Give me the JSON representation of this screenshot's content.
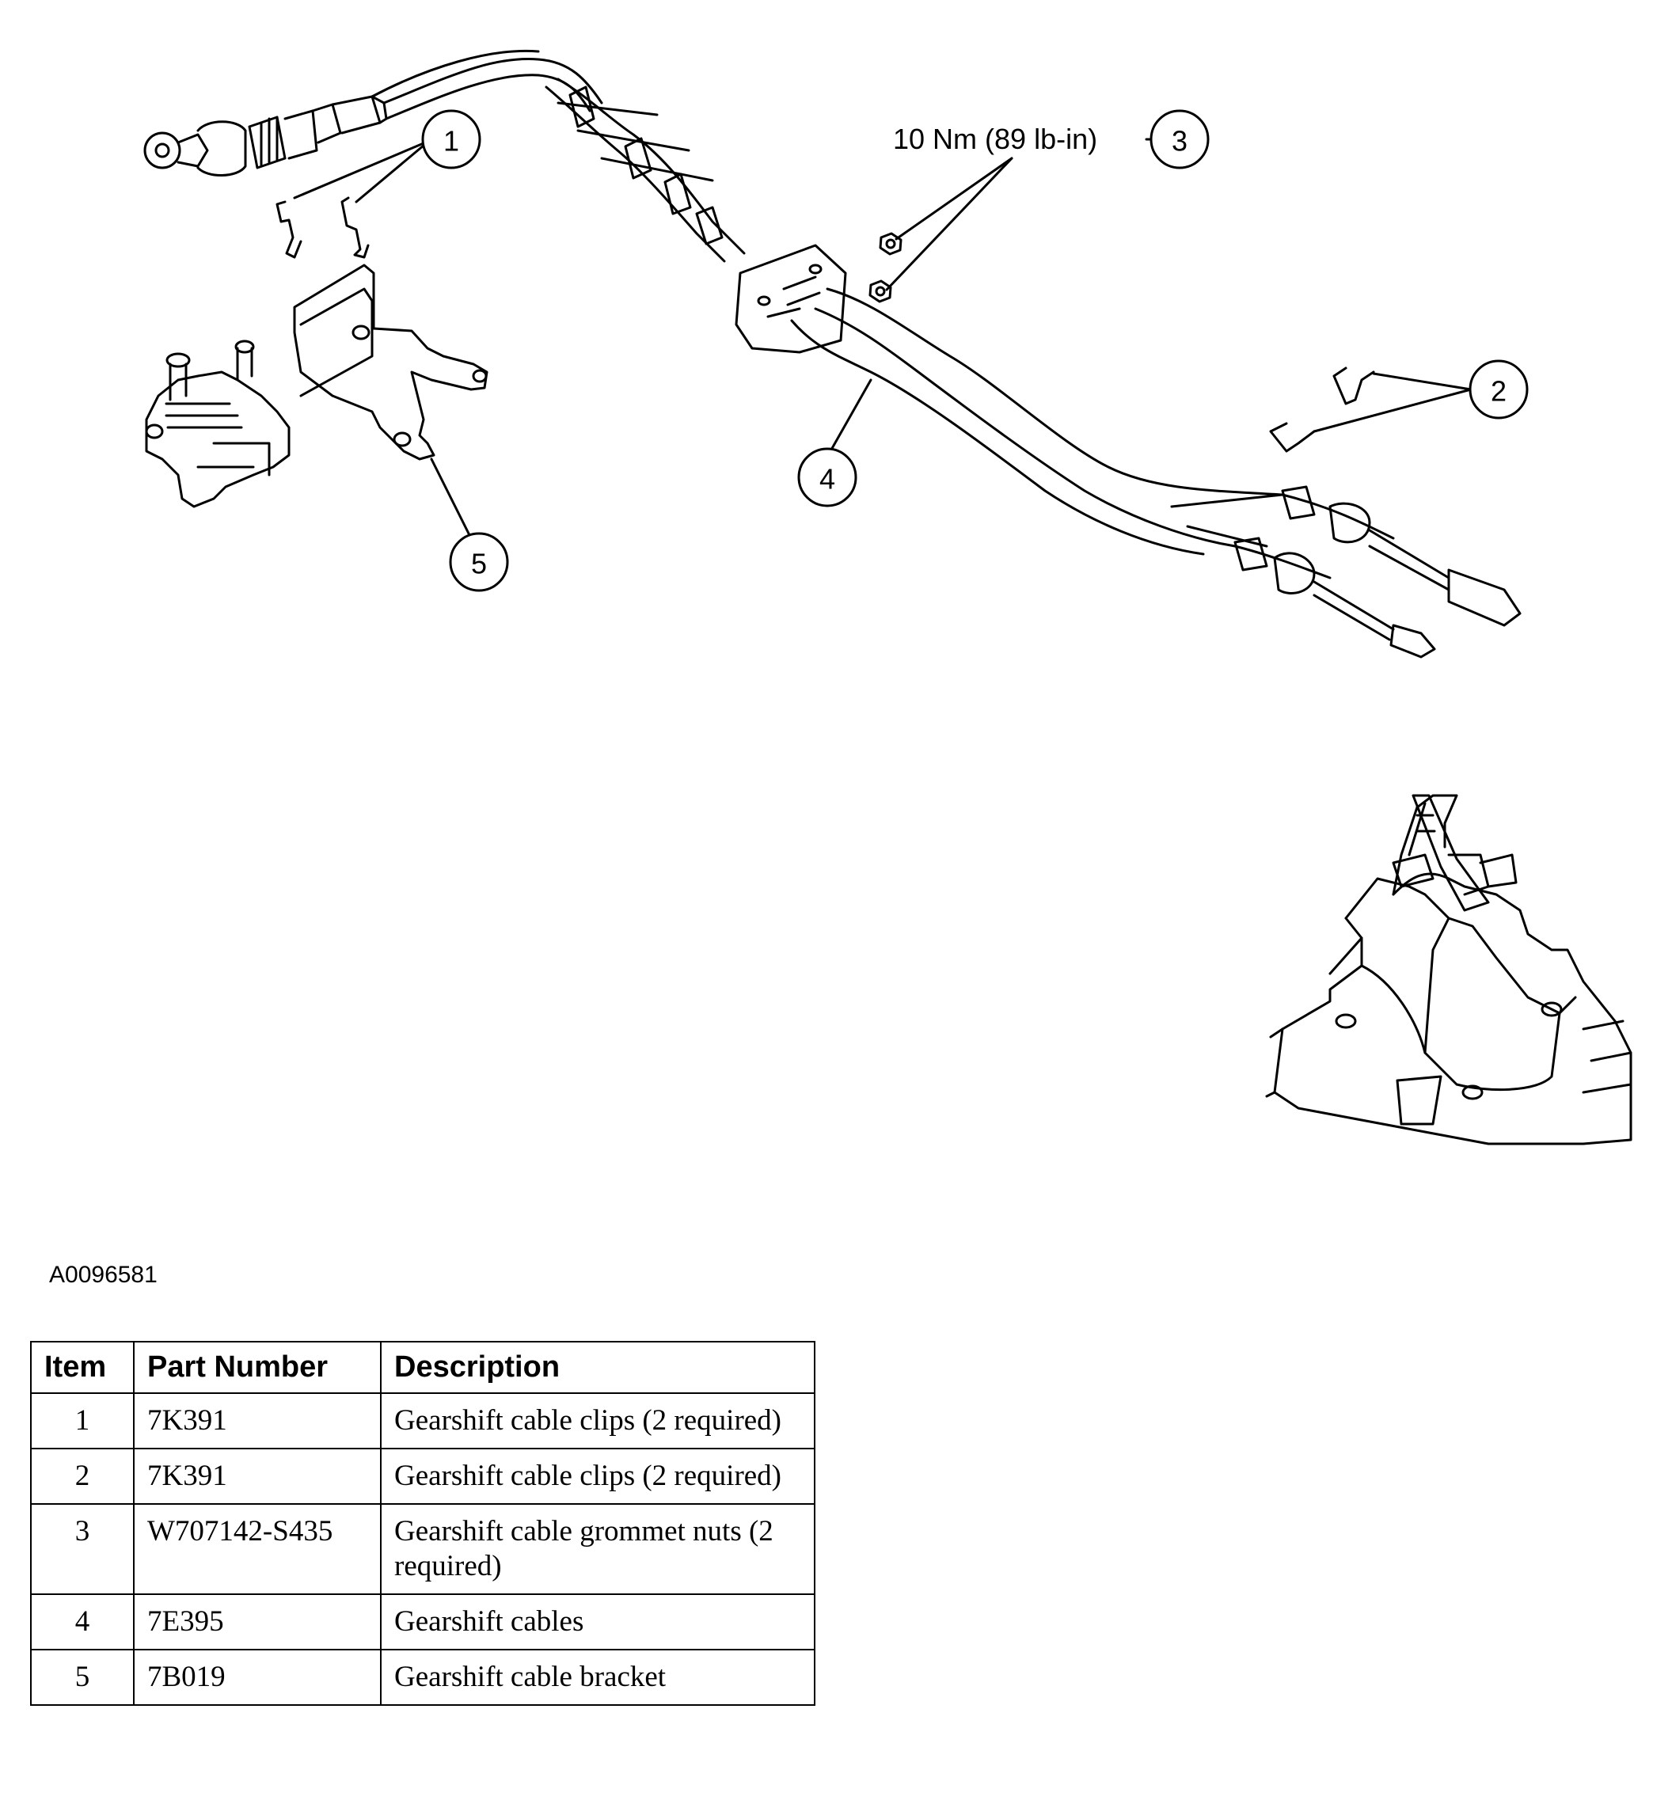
{
  "callouts": {
    "c1": "1",
    "c2": "2",
    "c3": "3",
    "c4": "4",
    "c5": "5",
    "torque": "10 Nm (89 lb-in)"
  },
  "figure_id": "A0096581",
  "table": {
    "headers": [
      "Item",
      "Part Number",
      "Description"
    ],
    "rows": [
      {
        "item": "1",
        "part": "7K391",
        "desc": "Gearshift cable clips (2 required)"
      },
      {
        "item": "2",
        "part": "7K391",
        "desc": "Gearshift cable clips (2 required)"
      },
      {
        "item": "3",
        "part": "W707142-S435",
        "desc": "Gearshift cable grommet nuts (2 required)"
      },
      {
        "item": "4",
        "part": "7E395",
        "desc": "Gearshift cables"
      },
      {
        "item": "5",
        "part": "7B019",
        "desc": "Gearshift cable bracket"
      }
    ]
  }
}
